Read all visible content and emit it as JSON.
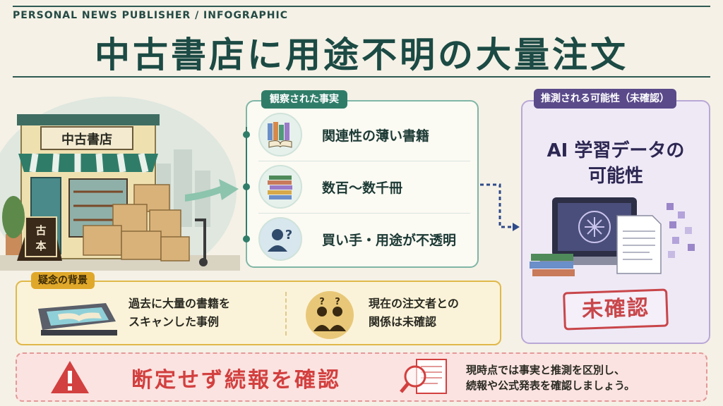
{
  "header": {
    "kicker": "PERSONAL NEWS PUBLISHER / INFOGRAPHIC",
    "title": "中古書店に用途不明の大量注文"
  },
  "store": {
    "sign": "中古書店",
    "standing_sign": "古本"
  },
  "facts": {
    "label": "観察された事実",
    "items": [
      {
        "text": "関連性の薄い書籍",
        "icon": "books-icon"
      },
      {
        "text": "数百〜数千冊",
        "icon": "book-stack-icon"
      },
      {
        "text": "買い手・用途が不透明",
        "icon": "unknown-person-icon"
      }
    ]
  },
  "speculation": {
    "label": "推測される可能性（未確認）",
    "title_line1": "AI 学習データの",
    "title_line2": "可能性",
    "stamp": "未確認"
  },
  "background": {
    "label": "疑念の背景",
    "item1_line1": "過去に大量の書籍を",
    "item1_line2": "スキャンした事例",
    "item2_line1": "現在の注文者との",
    "item2_line2": "関係は未確認"
  },
  "warning": {
    "headline": "断定せず続報を確認",
    "note_line1": "現時点では事実と推測を区別し、",
    "note_line2": "続報や公式発表を確認しましょう。"
  },
  "colors": {
    "accent_green": "#2f7d69",
    "accent_purple": "#5a4a8a",
    "accent_yellow": "#e0a82a",
    "warning_red": "#d2403f"
  }
}
